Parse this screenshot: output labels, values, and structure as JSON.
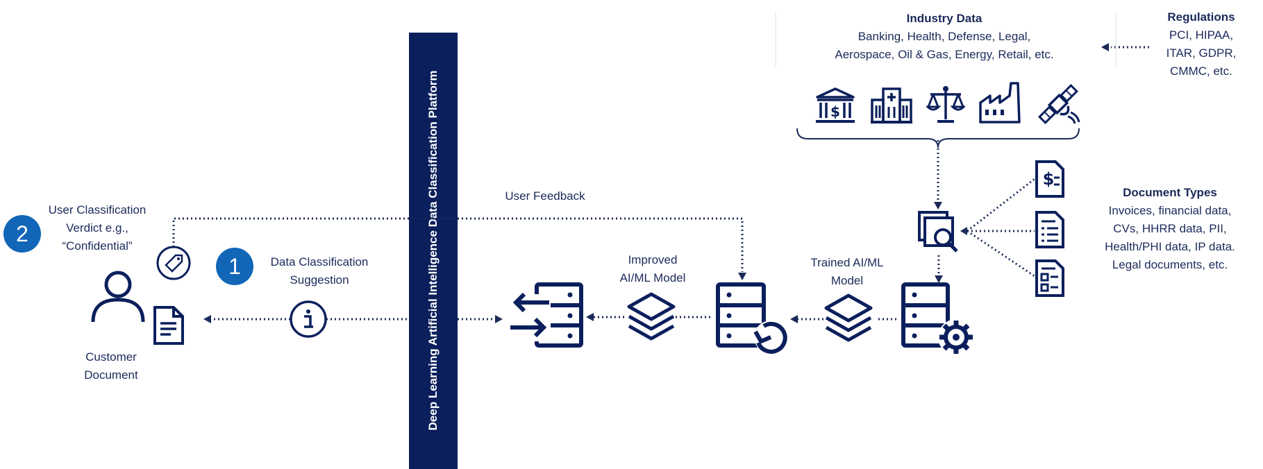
{
  "platform": {
    "label": "Deep Learning Artificial Intelligence Data Classification Platform"
  },
  "industry": {
    "title": "Industry Data",
    "line1": "Banking, Health, Defense, Legal,",
    "line2": "Aerospace, Oil & Gas, Energy, Retail, etc."
  },
  "regulations": {
    "title": "Regulations",
    "line1": "PCI, HIPAA,",
    "line2": "ITAR, GDPR,",
    "line3": "CMMC, etc."
  },
  "doc_types": {
    "title": "Document Types",
    "line1": "Invoices, financial data,",
    "line2": "CVs, HHRR data, PII,",
    "line3": "Health/PHI data, IP data.",
    "line4": "Legal documents, etc."
  },
  "user_feedback": "User Feedback",
  "verdict": {
    "line1": "User Classification",
    "line2": "Verdict e.g.,",
    "line3": "“Confidential”"
  },
  "suggestion": {
    "line1": "Data Classification",
    "line2": "Suggestion"
  },
  "customer": {
    "line1": "Customer",
    "line2": "Document"
  },
  "improved": {
    "line1": "Improved",
    "line2": "AI/ML Model"
  },
  "trained": {
    "line1": "Trained AI/ML",
    "line2": "Model"
  },
  "badges": {
    "one": "1",
    "two": "2"
  },
  "colors": {
    "navy": "#0b1f5c",
    "badge_blue": "#1166b8"
  }
}
